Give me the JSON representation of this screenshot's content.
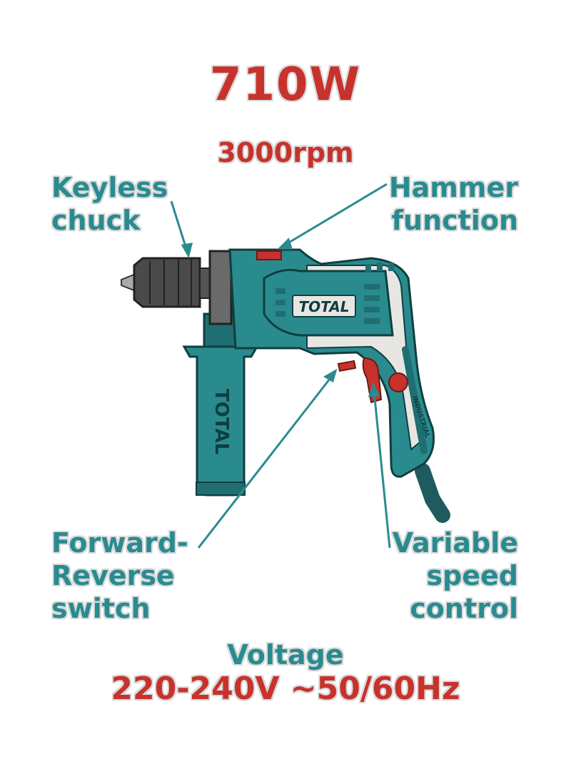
{
  "power": "710W",
  "speed": "3000rpm",
  "labels": {
    "keyless_chuck": [
      "Keyless",
      "chuck"
    ],
    "hammer_function": [
      "Hammer",
      "function"
    ],
    "forward_reverse": [
      "Forward-",
      "Reverse",
      "switch"
    ],
    "variable_speed": [
      "Variable",
      "speed",
      "control"
    ]
  },
  "voltage_title": "Voltage",
  "voltage_value": "220-240V ~50/60Hz",
  "brand": "TOTAL",
  "handle_brand": "TOTAL",
  "grip_text": "INDUSTRIAL",
  "colors": {
    "red": "#c8322c",
    "teal": "#2a8b8f",
    "dark_teal": "#1f6e72",
    "light_grey": "#e8e6e3"
  }
}
